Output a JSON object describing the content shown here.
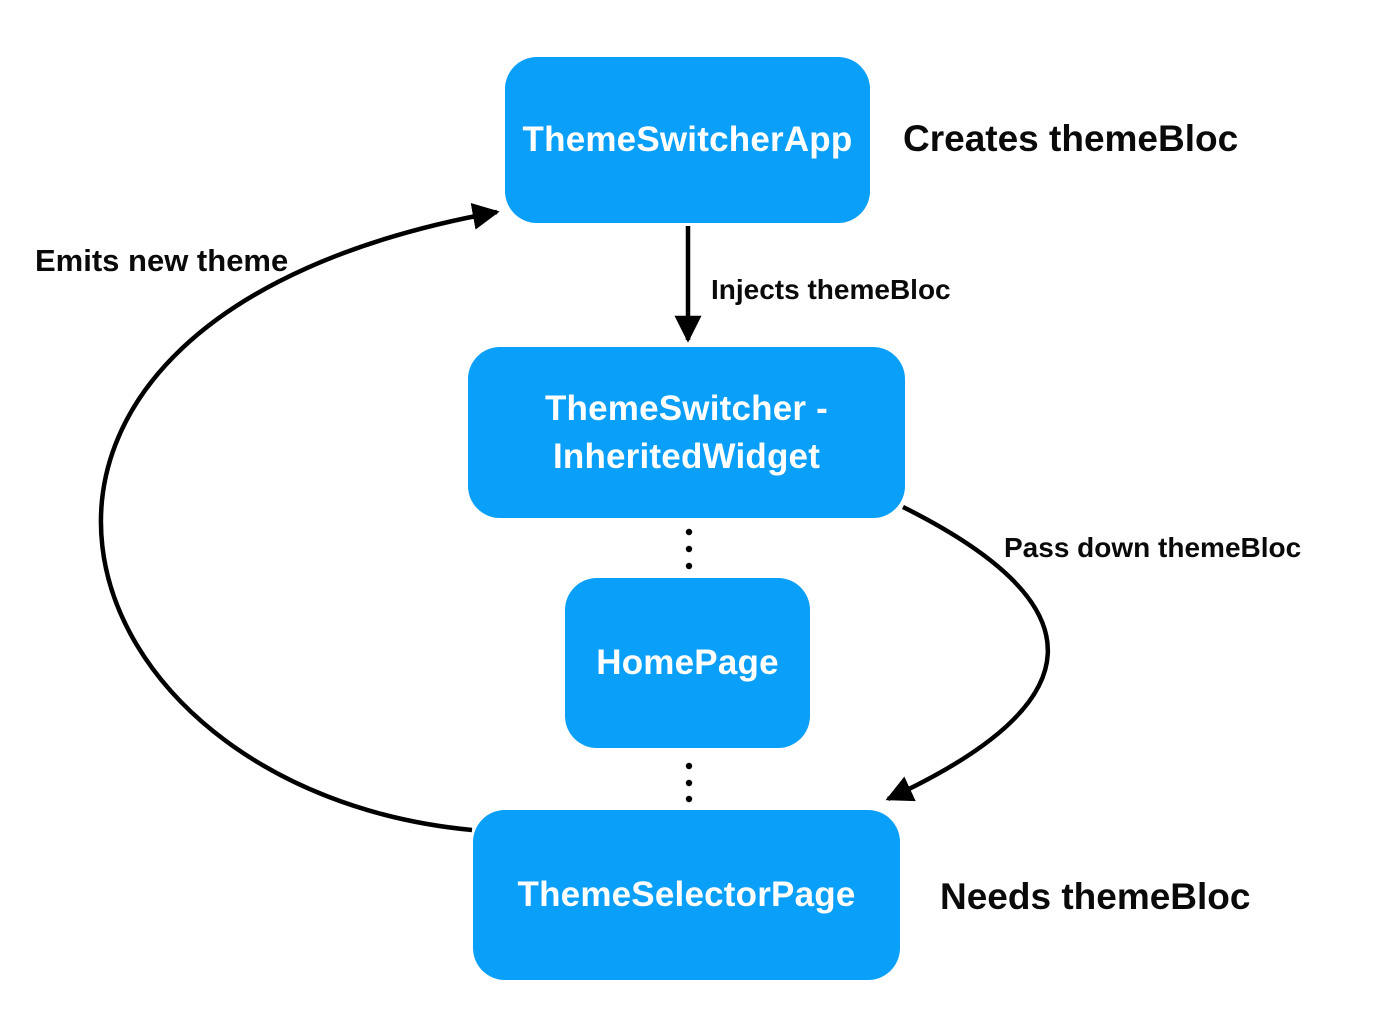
{
  "diagram": {
    "background_color": "#ffffff",
    "node_color": "#0a9ff8",
    "node_text_color": "#ffffff",
    "line_color": "#000000",
    "nodes": [
      {
        "id": "theme-switcher-app",
        "label": "ThemeSwitcherApp"
      },
      {
        "id": "theme-switcher-inherited-widget",
        "label_line1": "ThemeSwitcher -",
        "label_line2": "InheritedWidget"
      },
      {
        "id": "home-page",
        "label": "HomePage"
      },
      {
        "id": "theme-selector-page",
        "label": "ThemeSelectorPage"
      }
    ],
    "annotations": {
      "creates": "Creates themeBloc",
      "injects": "Injects themeBloc",
      "pass_down": "Pass down themeBloc",
      "needs": "Needs themeBloc",
      "emits": "Emits new theme"
    },
    "edges": [
      {
        "from": "theme-switcher-app",
        "to": "theme-switcher-inherited-widget",
        "label": "Injects themeBloc",
        "style": "straight-arrow"
      },
      {
        "from": "theme-switcher-inherited-widget",
        "to": "home-page",
        "style": "dotted"
      },
      {
        "from": "home-page",
        "to": "theme-selector-page",
        "style": "dotted"
      },
      {
        "from": "theme-switcher-inherited-widget",
        "to": "theme-selector-page",
        "label": "Pass down themeBloc",
        "style": "curved-arrow-right"
      },
      {
        "from": "theme-selector-page",
        "to": "theme-switcher-app",
        "label": "Emits new theme",
        "style": "curved-arrow-left"
      }
    ]
  }
}
